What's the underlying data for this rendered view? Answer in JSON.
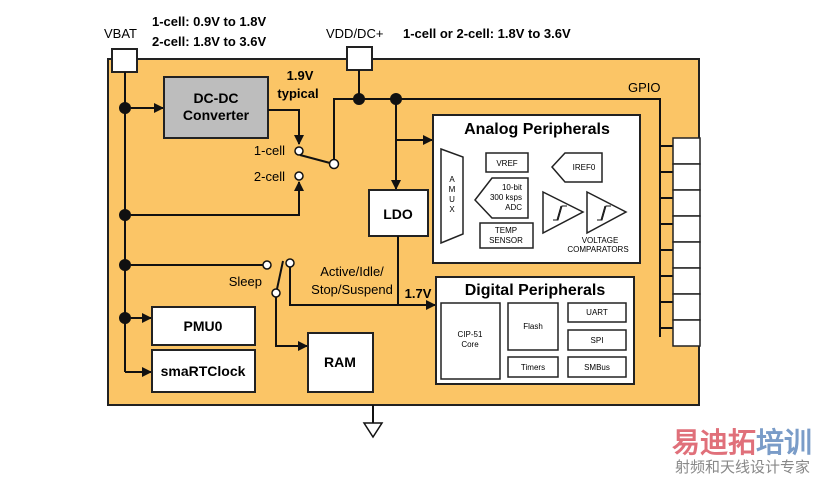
{
  "colors": {
    "chip_fill": "#FBC566",
    "converter_fill": "#BDBDBD",
    "line": "#111111",
    "watermark_red": "#E0707A",
    "watermark_blue": "#7A9CC8"
  },
  "pins": {
    "vbat": "VBAT",
    "vdd": "VDD/DC+",
    "gpio": "GPIO"
  },
  "ranges": {
    "vbat_1cell": "1-cell: 0.9V to 1.8V",
    "vbat_2cell": "2-cell: 1.8V to 3.6V",
    "vdd": "1-cell or 2-cell: 1.8V to 3.6V"
  },
  "dcdc": {
    "line1": "DC-DC",
    "line2": "Converter",
    "out1": "1.9V",
    "out2": "typical"
  },
  "switch": {
    "one_cell": "1-cell",
    "two_cell": "2-cell",
    "sleep": "Sleep",
    "active1": "Active/Idle/",
    "active2": "Stop/Suspend",
    "core_voltage": "1.7V"
  },
  "ldo": "LDO",
  "pmu": "PMU0",
  "rtc": "smaRTClock",
  "ram": "RAM",
  "analog": {
    "title": "Analog Peripherals",
    "amux": [
      "A",
      "M",
      "U",
      "X"
    ],
    "vref": "VREF",
    "iref": "IREF0",
    "adc": [
      "10-bit",
      "300 ksps",
      "ADC"
    ],
    "temp": [
      "TEMP",
      "SENSOR"
    ],
    "comparators": [
      "VOLTAGE",
      "COMPARATORS"
    ]
  },
  "digital": {
    "title": "Digital Peripherals",
    "core": [
      "CIP-51",
      "Core"
    ],
    "flash": "Flash",
    "timers": "Timers",
    "uart": "UART",
    "spi": "SPI",
    "smbus": "SMBus"
  },
  "watermark": {
    "brand": "易迪拓培训",
    "brand_red": "易迪拓",
    "brand_blue": "培训",
    "tagline": "射频和天线设计专家"
  }
}
